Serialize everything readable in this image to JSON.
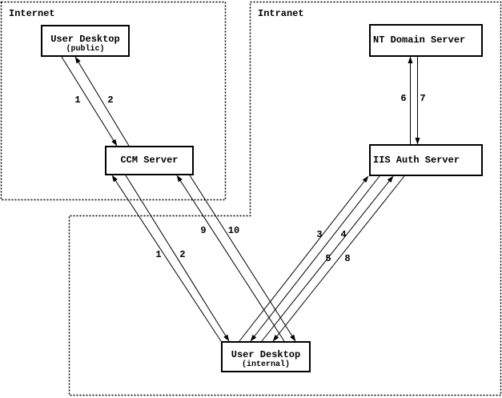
{
  "zones": {
    "internet": {
      "label": "Internet"
    },
    "intranet": {
      "label": "Intranet"
    }
  },
  "nodes": {
    "user_desktop_public": {
      "title": "User Desktop",
      "subtitle": "(public)"
    },
    "ccm_server": {
      "title": "CCM Server"
    },
    "nt_domain_server": {
      "title": "NT Domain Server"
    },
    "iis_auth_server": {
      "title": "IIS Auth Server"
    },
    "user_desktop_internal": {
      "title": "User Desktop",
      "subtitle": "(internal)"
    }
  },
  "steps": {
    "s1_public": "1",
    "s2_public": "2",
    "s1_internal": "1",
    "s2_internal": "2",
    "s3": "3",
    "s4": "4",
    "s5": "5",
    "s6": "6",
    "s7": "7",
    "s8": "8",
    "s9": "9",
    "s10": "10"
  },
  "colors": {
    "line": "#000000",
    "background": "#ffffff"
  }
}
